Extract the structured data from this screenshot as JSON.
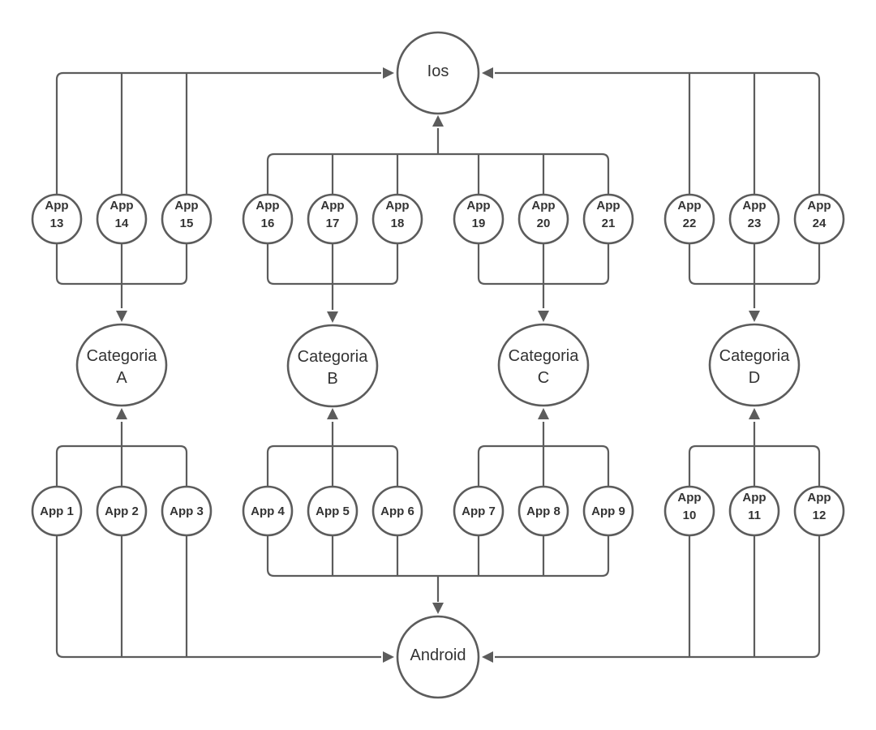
{
  "colors": {
    "stroke": "#5c5c5c",
    "text": "#333333",
    "background": "#ffffff"
  },
  "nodes": {
    "ios": {
      "label": "Ios"
    },
    "android": {
      "label": "Android"
    },
    "categories": [
      {
        "line1": "Categoria",
        "line2": "A"
      },
      {
        "line1": "Categoria",
        "line2": "B"
      },
      {
        "line1": "Categoria",
        "line2": "C"
      },
      {
        "line1": "Categoria",
        "line2": "D"
      }
    ],
    "apps_top": [
      {
        "line1": "App",
        "line2": "13"
      },
      {
        "line1": "App",
        "line2": "14"
      },
      {
        "line1": "App",
        "line2": "15"
      },
      {
        "line1": "App",
        "line2": "16"
      },
      {
        "line1": "App",
        "line2": "17"
      },
      {
        "line1": "App",
        "line2": "18"
      },
      {
        "line1": "App",
        "line2": "19"
      },
      {
        "line1": "App",
        "line2": "20"
      },
      {
        "line1": "App",
        "line2": "21"
      },
      {
        "line1": "App",
        "line2": "22"
      },
      {
        "line1": "App",
        "line2": "23"
      },
      {
        "line1": "App",
        "line2": "24"
      }
    ],
    "apps_bottom": [
      {
        "line1": "App 1",
        "line2": ""
      },
      {
        "line1": "App 2",
        "line2": ""
      },
      {
        "line1": "App 3",
        "line2": ""
      },
      {
        "line1": "App 4",
        "line2": ""
      },
      {
        "line1": "App 5",
        "line2": ""
      },
      {
        "line1": "App 6",
        "line2": ""
      },
      {
        "line1": "App 7",
        "line2": ""
      },
      {
        "line1": "App 8",
        "line2": ""
      },
      {
        "line1": "App 9",
        "line2": ""
      },
      {
        "line1": "App",
        "line2": "10"
      },
      {
        "line1": "App",
        "line2": "11"
      },
      {
        "line1": "App",
        "line2": "12"
      }
    ]
  }
}
